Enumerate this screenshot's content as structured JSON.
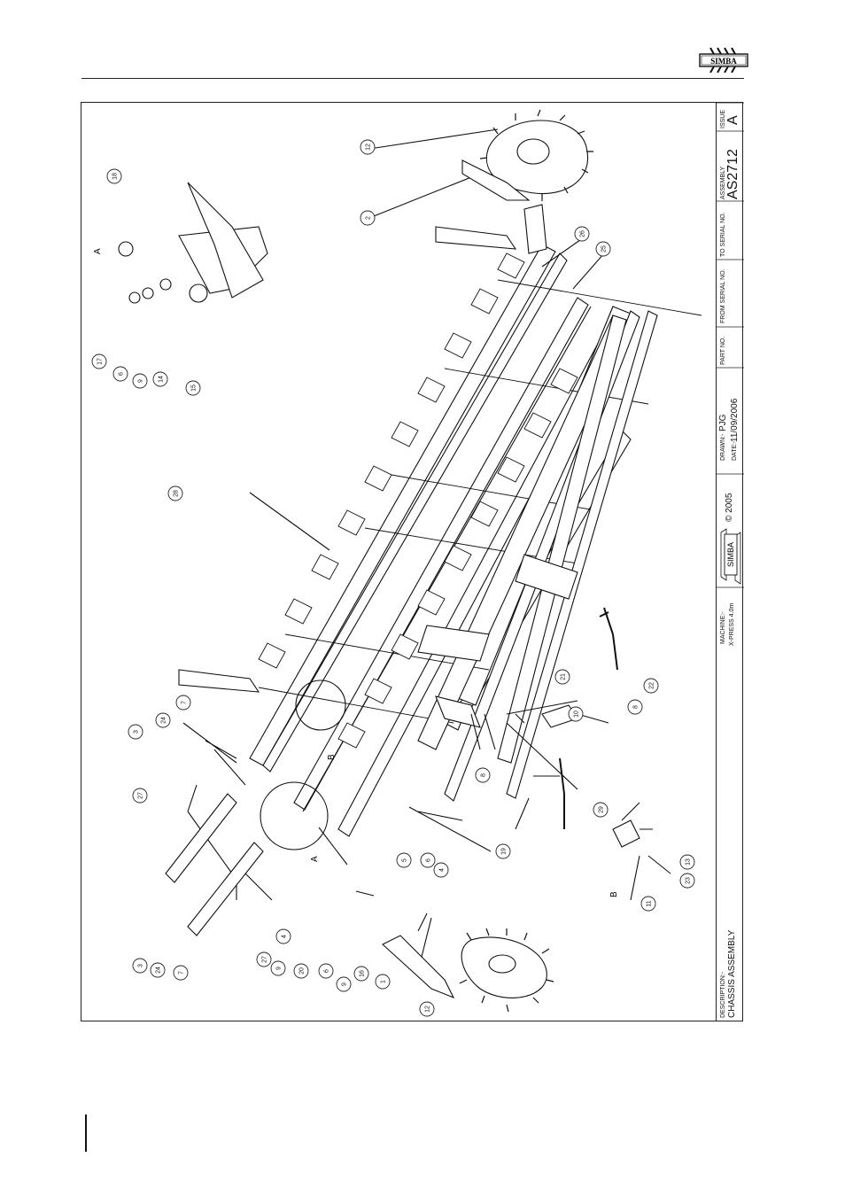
{
  "header": {
    "brand": "SIMBA"
  },
  "drawing": {
    "view_labels": {
      "detail_a_top": "A",
      "detail_a_bottom": "A",
      "detail_b_top": "B",
      "detail_b_bottom": "B"
    },
    "callouts": [
      "12",
      "2",
      "26",
      "25",
      "18",
      "17",
      "6",
      "9",
      "14",
      "15",
      "28",
      "21",
      "10",
      "22",
      "8",
      "3",
      "24",
      "7",
      "27",
      "19",
      "5",
      "8",
      "29",
      "6",
      "4",
      "11",
      "23",
      "13",
      "4",
      "9",
      "20",
      "6",
      "9",
      "16",
      "1",
      "12",
      "3",
      "24",
      "7",
      "27"
    ]
  },
  "title_block": {
    "description_label": "DESCRIPTION:-",
    "description": "CHASSIS ASSEMBLY",
    "machine_label": "MACHINE:-",
    "machine": "X-PRESS 4.0m",
    "logo_text": "SIMBA",
    "copyright": "© 2005",
    "drawn_label": "DRAWN:-",
    "drawn": "PJG",
    "date_label": "DATE:-",
    "date": "11/09/2006",
    "part_no_label": "PART NO.",
    "from_serial_label": "FROM SERIAL NO.",
    "to_serial_label": "TO SERIAL NO.",
    "assembly_label": "ASSEMBLY",
    "assembly": "AS2712",
    "issue_label": "ISSUE",
    "issue": "A"
  },
  "colors": {
    "ink": "#111111",
    "paper": "#ffffff"
  }
}
